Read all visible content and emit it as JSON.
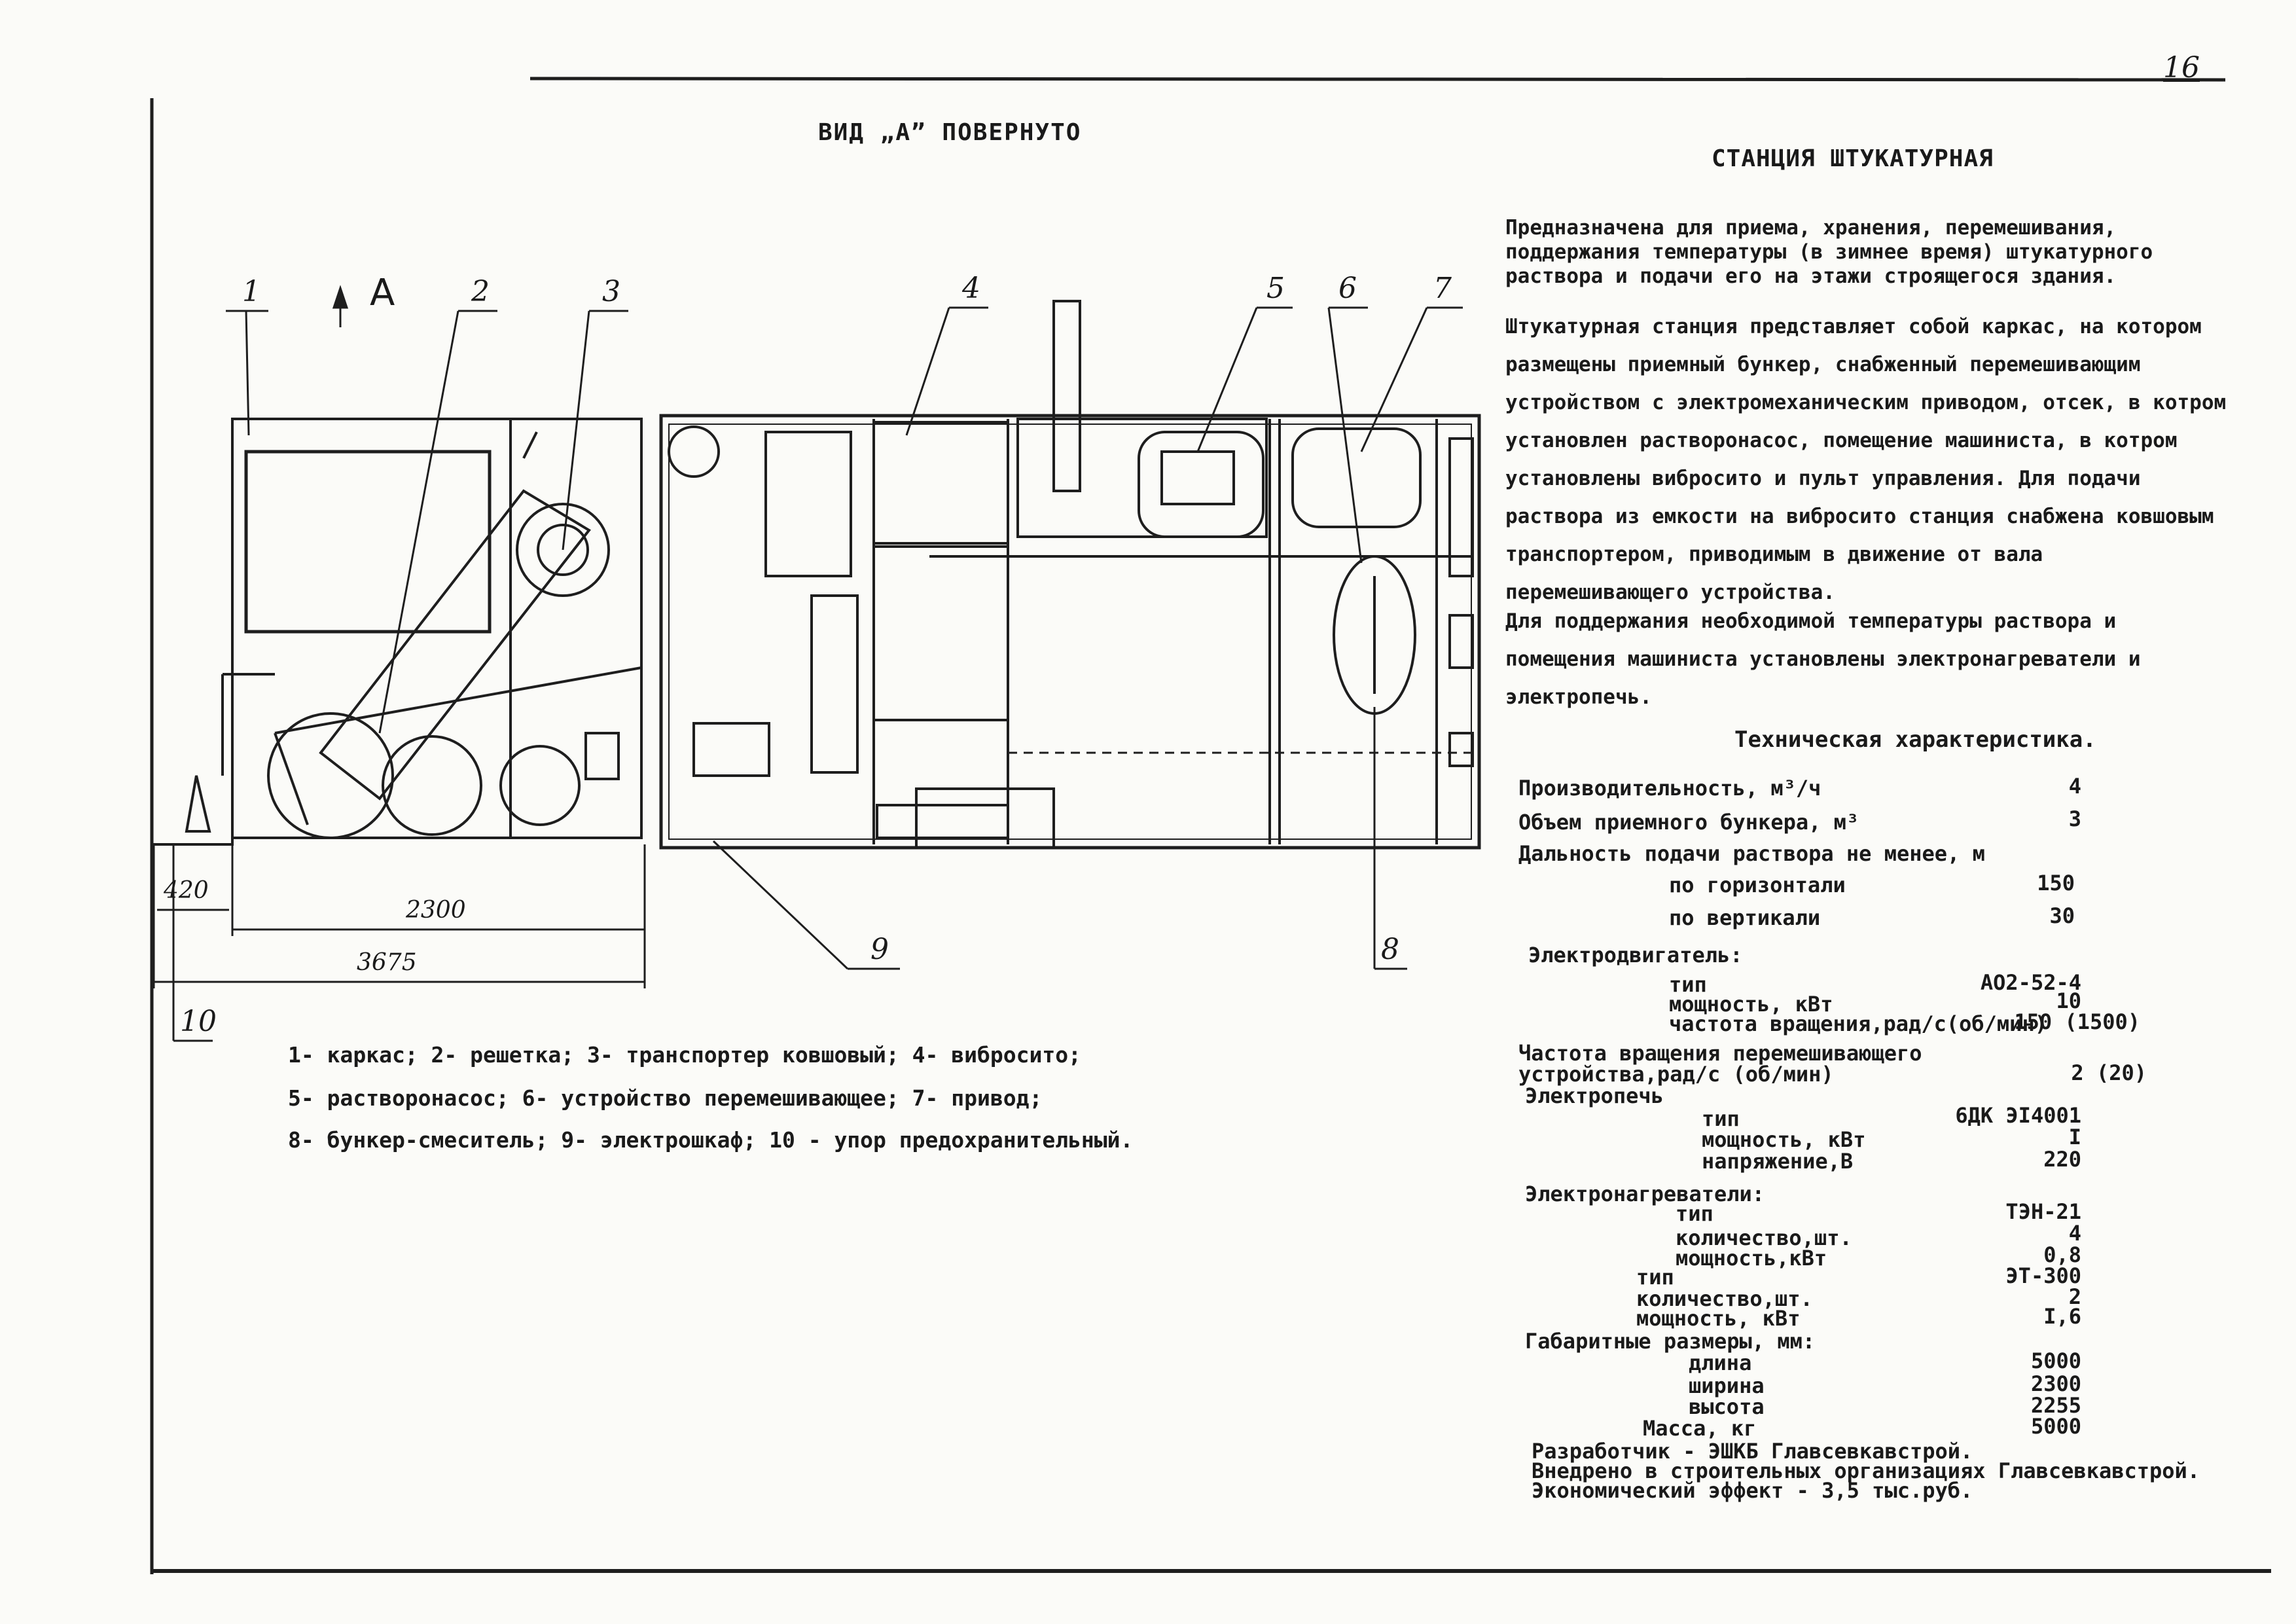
{
  "page_number": "16",
  "view_title": "ВИД „А” ПОВЕРНУТО",
  "view_marker": "А",
  "title": "СТАНЦИЯ ШТУКАТУРНАЯ",
  "paragraph1": "Предназначена для приема, хранения, перемешивания, поддержания температуры (в зимнее время) штукатурного раствора и подачи его на этажи строящегося здания.",
  "paragraph2": "Штукатурная станция представляет собой каркас, на котором размещены приемный бункер, снабженный перемешивающим устройством с электромеханическим приводом, отсек, в котром установлен растворонасос, помещение машиниста, в котром установлены вибросито и пульт управления. Для подачи раствора из емкости на вибросито станция снабжена ковшовым транспортером, приводимым в движение от вала перемешивающего устройства.",
  "paragraph3": "Для поддержания необходимой температуры раствора и помещения машиниста установлены электронагреватели и электропечь.",
  "callouts": [
    "1",
    "2",
    "3",
    "4",
    "5",
    "6",
    "7",
    "8",
    "9",
    "10"
  ],
  "dimensions": {
    "d420": "420",
    "d2300": "2300",
    "d3675": "3675"
  },
  "legend": [
    "1- каркас;  2- решетка;  3- транспортер ковшовый;  4- вибросито;",
    "5- растворонасос;  6- устройство перемешивающее;  7- привод;",
    "8- бункер-смеситель;  9- электрошкаф;  10 - упор предохранительный."
  ],
  "tech_heading": "Техническая характеристика.",
  "specs": [
    {
      "label": "Производительность, м³/ч",
      "value": "4"
    },
    {
      "label": "Объем приемного бункера, м³",
      "value": "3"
    },
    {
      "label": "Дальность подачи раствора не менее, м",
      "value": ""
    },
    {
      "label": "по горизонтали",
      "value": "150"
    },
    {
      "label": "по вертикали",
      "value": "30"
    },
    {
      "label": "Электродвигатель:",
      "value": ""
    },
    {
      "label": "тип",
      "value": "АО2-52-4"
    },
    {
      "label": "мощность, кВт",
      "value": "10"
    },
    {
      "label": "частота вращения,рад/с(об/мин)",
      "value": "150 (1500)"
    },
    {
      "label": "Частота вращения перемешивающего",
      "value": ""
    },
    {
      "label": "устройства,рад/с (об/мин)",
      "value": "2 (20)"
    },
    {
      "label": "Электропечь",
      "value": ""
    },
    {
      "label": "тип",
      "value": "6ДК ЭI4001"
    },
    {
      "label": "мощность, кВт",
      "value": "I"
    },
    {
      "label": "напряжение,В",
      "value": "220"
    },
    {
      "label": "Электронагреватели:",
      "value": ""
    },
    {
      "label": "тип",
      "value": "ТЭН-21"
    },
    {
      "label": "количество,шт.",
      "value": "4"
    },
    {
      "label": "мощность,кВт",
      "value": "0,8"
    },
    {
      "label": "тип",
      "value": "ЭТ-300"
    },
    {
      "label": "количество,шт.",
      "value": "2"
    },
    {
      "label": "мощность, кВт",
      "value": "I,6"
    },
    {
      "label": "Габаритные размеры, мм:",
      "value": ""
    },
    {
      "label": "длина",
      "value": "5000"
    },
    {
      "label": "ширина",
      "value": "2300"
    },
    {
      "label": "высота",
      "value": "2255"
    },
    {
      "label": "Масса, кг",
      "value": "5000"
    },
    {
      "label": "Разработчик - ЭШКБ Главсевкавстрой.",
      "value": ""
    },
    {
      "label": "Внедрено в строительных организациях Главсевкавстрой.",
      "value": ""
    },
    {
      "label": "Экономический эффект - 3,5 тыс.руб.",
      "value": ""
    }
  ]
}
